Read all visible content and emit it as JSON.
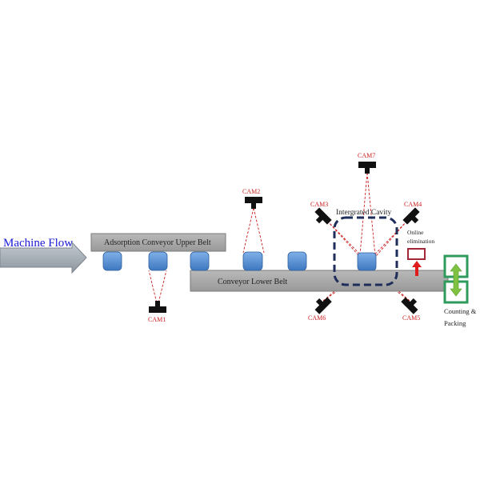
{
  "diagram": {
    "machine_flow": "Machine Flow",
    "upper_belt": "Adsorption Conveyor Upper Belt",
    "lower_belt": "Conveyor Lower Belt",
    "cavity": "Intergrated Cavity",
    "online_elimination_line1": "Online",
    "online_elimination_line2": "elimination",
    "counting_line1": "Counting &",
    "counting_line2": "Packing",
    "cameras": {
      "cam1": "CAM1",
      "cam2": "CAM2",
      "cam3": "CAM3",
      "cam4": "CAM4",
      "cam5": "CAM5",
      "cam6": "CAM6",
      "cam7": "CAM7"
    }
  },
  "colors": {
    "belt_fill": "#a6a6a6",
    "product_fill": "#4a86cf",
    "camera_fill": "#111111",
    "camera_label": "#cc1f1f",
    "ray": "#cc1f1f",
    "cavity_border": "#1f2d5a",
    "flow_arrow": "#9aa3ad",
    "flow_text": "#1a1ad6",
    "packing_box": "#2e9b5c",
    "packing_arrow": "#7fc242",
    "elimination_box": "#a02838",
    "elimination_arrow": "#e01b1b"
  }
}
